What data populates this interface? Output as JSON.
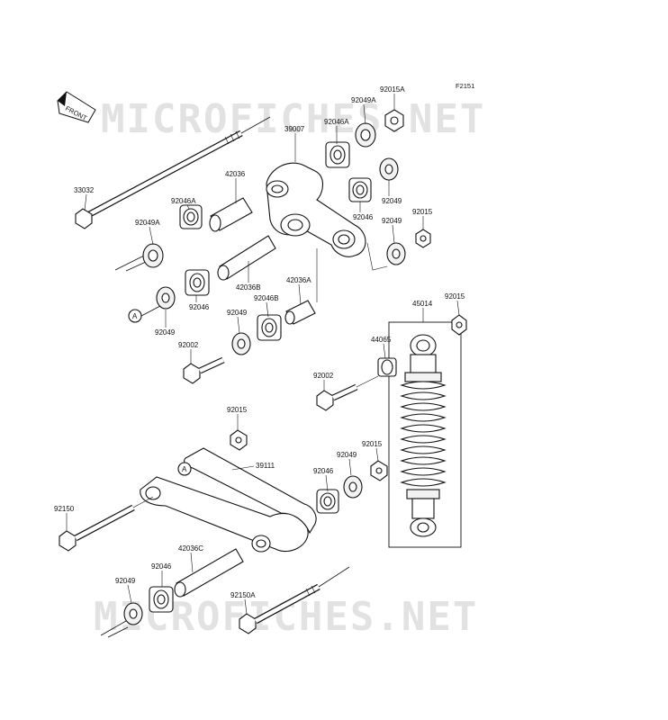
{
  "figure_code": "F2151",
  "front_label": "FRONT",
  "watermark_text": "MICROFICHES.NET",
  "ref_marker": "A",
  "callouts": {
    "p33032": "33032",
    "p92049A_left": "92049A",
    "p92049_a_marker": "92049",
    "p92002_top": "92002",
    "p92046A_left": "92046A",
    "p42036": "42036",
    "p92046_mid": "92046",
    "p42036B": "42036B",
    "p92049_mid": "92049",
    "p92046B": "92046B",
    "p42036A": "42036A",
    "p39007": "39007",
    "p92046A_top": "92046A",
    "p92049A_top": "92049A",
    "p92015A": "92015A",
    "p92046_right": "92046",
    "p92049_right_upper": "92049",
    "p92049_right_lower": "92049",
    "p92015_upper": "92015",
    "p45014": "45014",
    "p92015_shock": "92015",
    "p44065": "44065",
    "p92002_mid": "92002",
    "p92015_lower_mid": "92015",
    "p39111": "39111",
    "p92015_lower_right": "92015",
    "p92049_lower_right": "92049",
    "p92046_lower_right": "92046",
    "p92150": "92150",
    "p42036C": "42036C",
    "p92046_bottom": "92046",
    "p92049_bottom": "92049",
    "p92150A": "92150A"
  },
  "colors": {
    "ink": "#111111",
    "watermark": "#e2e2e2",
    "background": "#ffffff"
  }
}
